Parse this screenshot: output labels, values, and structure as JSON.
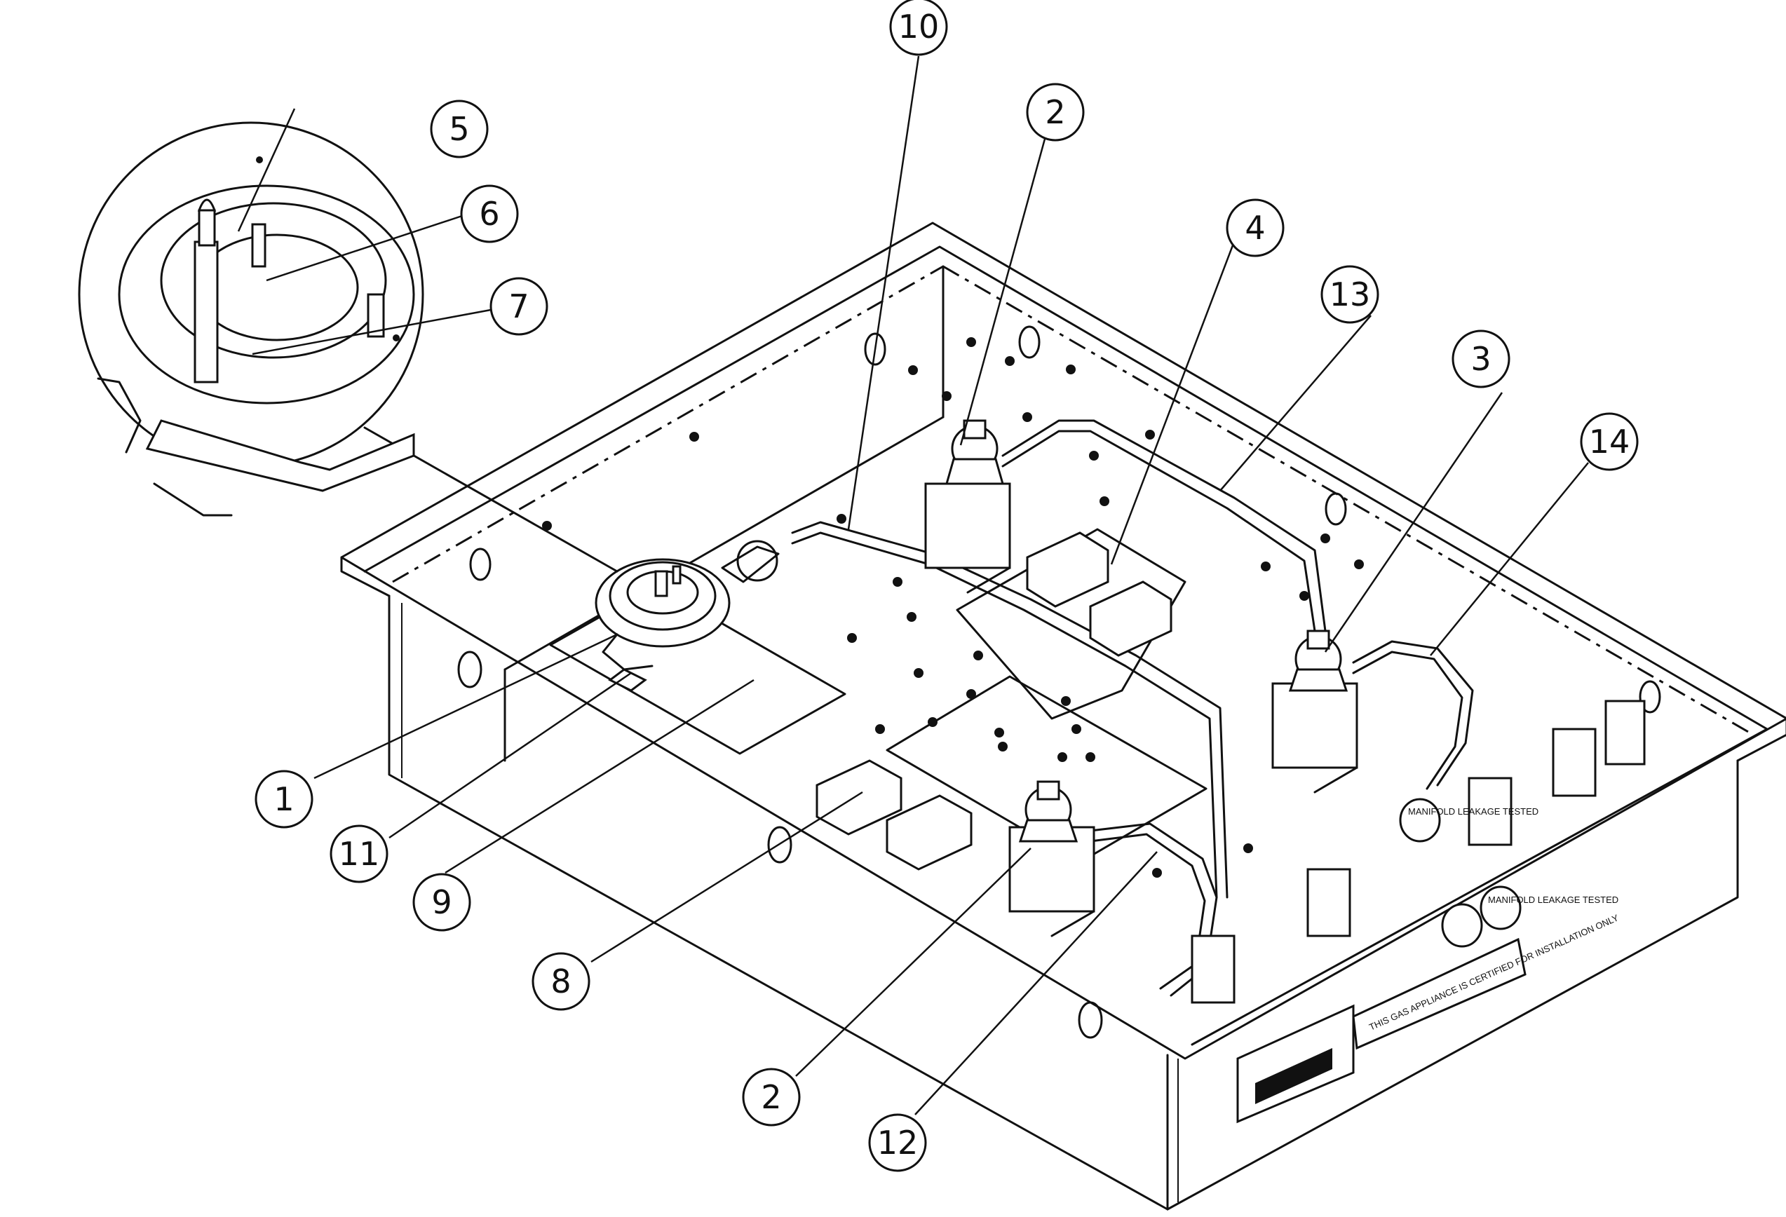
{
  "callouts": [
    {
      "id": "c1",
      "label": "1"
    },
    {
      "id": "c2a",
      "label": "2"
    },
    {
      "id": "c2b",
      "label": "2"
    },
    {
      "id": "c3",
      "label": "3"
    },
    {
      "id": "c4",
      "label": "4"
    },
    {
      "id": "c5",
      "label": "5"
    },
    {
      "id": "c6",
      "label": "6"
    },
    {
      "id": "c7",
      "label": "7"
    },
    {
      "id": "c8",
      "label": "8"
    },
    {
      "id": "c9",
      "label": "9"
    },
    {
      "id": "c10",
      "label": "10"
    },
    {
      "id": "c11",
      "label": "11"
    },
    {
      "id": "c12",
      "label": "12"
    },
    {
      "id": "c13",
      "label": "13"
    },
    {
      "id": "c14",
      "label": "14"
    }
  ],
  "labels": {
    "leakage_tag_1": "MANIFOLD LEAKAGE TESTED",
    "leakage_tag_2": "MANIFOLD LEAKAGE TESTED",
    "warning_plate": "THIS GAS APPLIANCE IS CERTIFIED FOR INSTALLATION ONLY"
  }
}
